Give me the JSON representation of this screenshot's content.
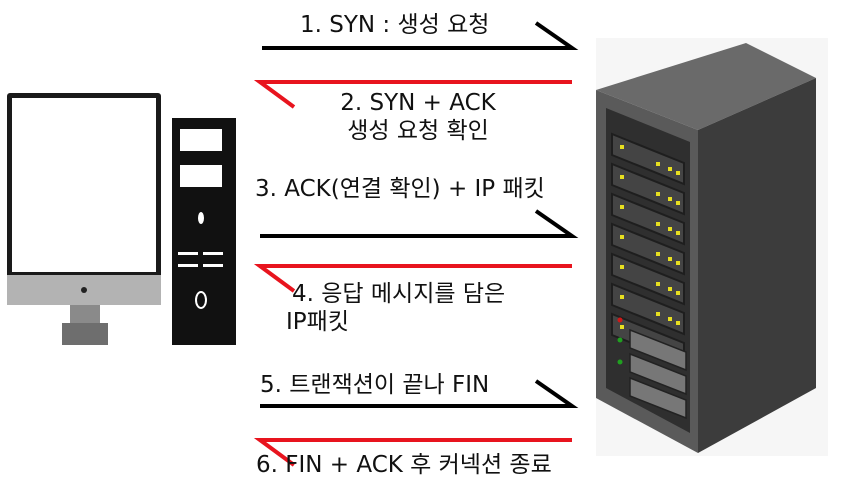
{
  "steps": [
    {
      "number": "1.",
      "text": "SYN : 생성 요청",
      "direction": "client-to-server",
      "color": "#000000"
    },
    {
      "number": "2.",
      "text": "SYN + ACK",
      "text2": "생성 요청 확인",
      "direction": "server-to-client",
      "color": "#e8141e"
    },
    {
      "number": "3.",
      "text": "ACK(연결 확인) + IP 패킷",
      "direction": "client-to-server",
      "color": "#000000"
    },
    {
      "number": "4.",
      "text": "응답 메시지를 담은",
      "text2": "IP패킷",
      "direction": "server-to-client",
      "color": "#e8141e"
    },
    {
      "number": "5.",
      "text": "트랜잭션이 끝나 FIN",
      "direction": "client-to-server",
      "color": "#000000"
    },
    {
      "number": "6.",
      "text": "FIN + ACK 후 커넥션 종료",
      "direction": "server-to-client",
      "color": "#e8141e"
    }
  ],
  "icons": {
    "client": "desktop-computer-icon",
    "server": "server-rack-icon"
  },
  "colors": {
    "request_arrow": "#000000",
    "response_arrow": "#e8141e",
    "monitor_frame": "#1a1a1a",
    "monitor_stand": "#777777",
    "tower": "#111111",
    "server_dark": "#3a3a3a",
    "server_led": "#e8e020"
  }
}
